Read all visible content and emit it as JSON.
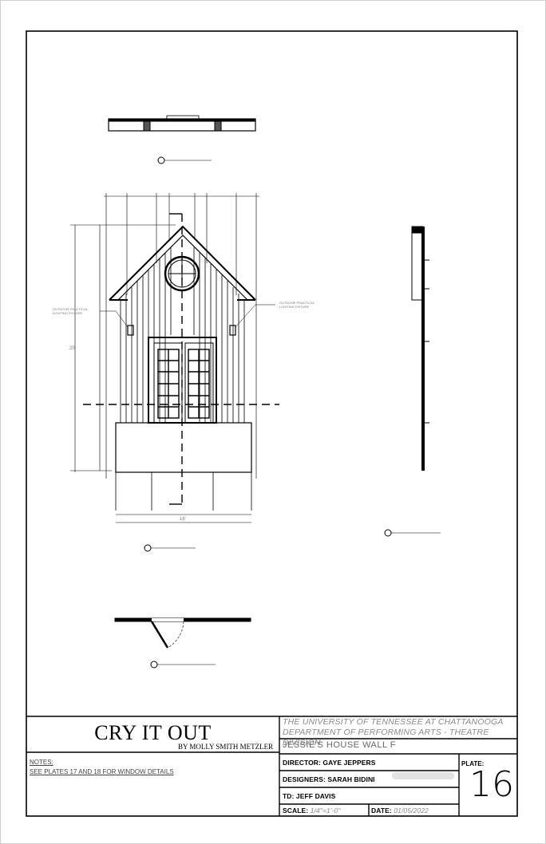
{
  "title_block": {
    "play_title": "CRY IT OUT",
    "author": "BY MOLLY SMITH METZLER",
    "notes_label": "NOTES:",
    "notes_text": "SEE PLATES 17 AND 18 FOR WINDOW DETAILS",
    "university_line1": "THE UNIVERSITY OF TENNESSEE AT CHATTANOOGA",
    "university_line2": "DEPARTMENT OF PERFORMING ARTS - THEATRE DIVISION",
    "project_title": "JESSIE'S HOUSE WALL F",
    "director": "DIRECTOR: GAYE JEPPERS",
    "designers": "DESIGNERS: SARAH BIDINI",
    "td": "TD: JEFF DAVIS",
    "scale_label": "SCALE:",
    "scale_value": "1/4\"=1'-0\"",
    "date_label": "DATE:",
    "date_value": "01/05/2022",
    "plate_label": "PLATE:",
    "plate_number": "16"
  },
  "drawing": {
    "left_label_fixture": "OUTDOOR PRACTICAL LIGHTING FIXTURE",
    "right_label_fixture": "OUTDOOR PRACTICAL LIGHTING FIXTURE",
    "dim_height": "20'",
    "dim_width": "16'"
  }
}
